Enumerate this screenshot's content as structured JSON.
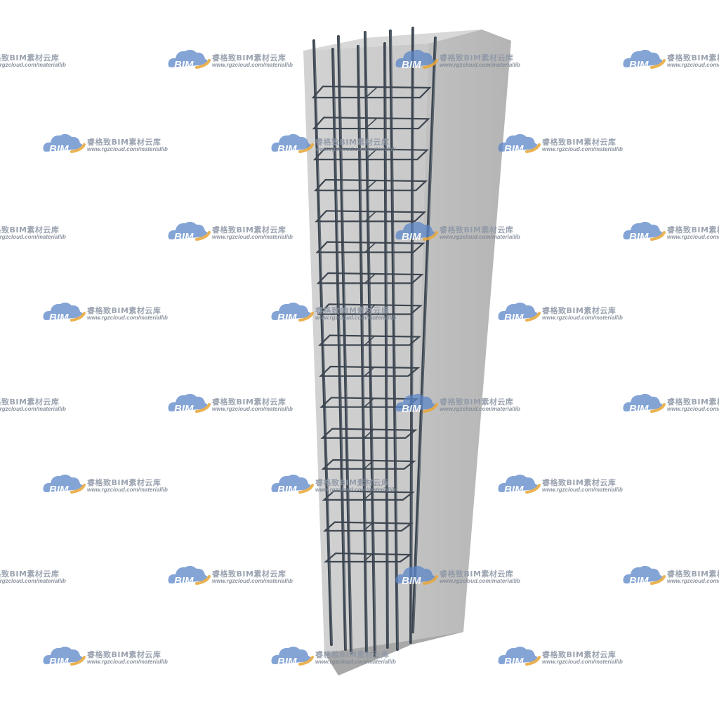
{
  "scene": {
    "subject": "reinforced-concrete-column-with-rebar-cage",
    "colors": {
      "background": "#ffffff",
      "concrete_front": "#c9c9c9",
      "concrete_side": "#bdbdbd",
      "concrete_top": "#d9d9d9",
      "rebar": "#3d4650",
      "rebar_highlight": "#6b7580"
    },
    "stirrup_count": 16,
    "longitudinal_bar_count": 8
  },
  "watermark": {
    "logo_text": "BIM",
    "title": "睿格致BIM素材云库",
    "url": "www.rgzcloud.com/materiallib",
    "logo_colors": {
      "cloud": "#5b86c8",
      "swoosh": "#e8a83a"
    }
  }
}
